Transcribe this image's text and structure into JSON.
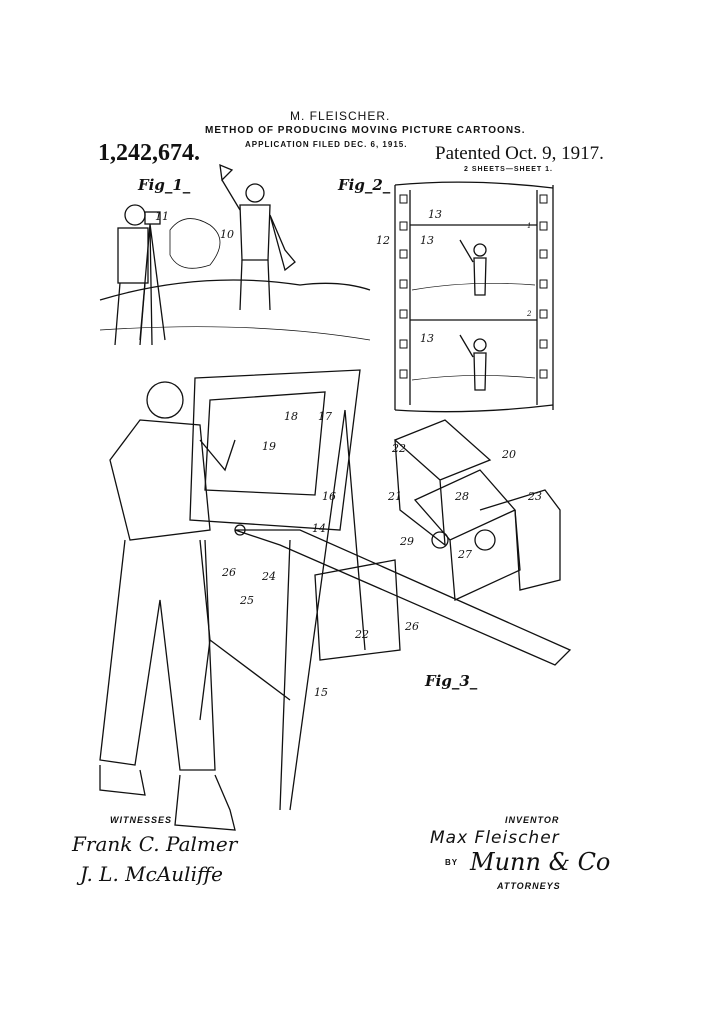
{
  "header": {
    "inventor_name": "M. FLEISCHER.",
    "title": "METHOD OF PRODUCING MOVING PICTURE CARTOONS.",
    "application": "APPLICATION FILED DEC. 6, 1915.",
    "patent_number": "1,242,674.",
    "patented": "Patented Oct. 9, 1917.",
    "sheets": "2 SHEETS—SHEET 1."
  },
  "figures": {
    "fig1": "Fig_1_",
    "fig2": "Fig_2_",
    "fig3": "Fig_3_"
  },
  "numerals": {
    "fig1": [
      "11",
      "10"
    ],
    "fig2": [
      "12",
      "13",
      "13",
      "13",
      "1",
      "2"
    ],
    "fig3": [
      "18",
      "17",
      "19",
      "16",
      "14",
      "26",
      "24",
      "25",
      "15",
      "22",
      "20",
      "21",
      "28",
      "23",
      "29",
      "27",
      "22",
      "26"
    ]
  },
  "footer": {
    "witnesses_label": "WITNESSES",
    "witness1": "Frank C. Palmer",
    "witness2": "J. L. McAuliffe",
    "inventor_label": "INVENTOR",
    "inventor_signature": "Max Fleischer",
    "by_label": "BY",
    "attorney_signature": "Munn & Co",
    "attorneys_label": "ATTORNEYS"
  }
}
